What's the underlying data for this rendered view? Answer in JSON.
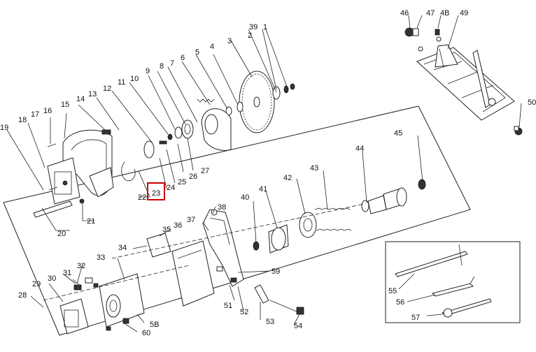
{
  "diagram": {
    "highlight_label": "23",
    "callouts": [
      {
        "id": "46",
        "label": "46"
      },
      {
        "id": "47",
        "label": "47"
      },
      {
        "id": "48",
        "label": "4B"
      },
      {
        "id": "49",
        "label": "49"
      },
      {
        "id": "39",
        "label": "39"
      },
      {
        "id": "1",
        "label": "1"
      },
      {
        "id": "2",
        "label": "2"
      },
      {
        "id": "3",
        "label": "3"
      },
      {
        "id": "4",
        "label": "4"
      },
      {
        "id": "5",
        "label": "5"
      },
      {
        "id": "6",
        "label": "6"
      },
      {
        "id": "7",
        "label": "7"
      },
      {
        "id": "8",
        "label": "8"
      },
      {
        "id": "9",
        "label": "9"
      },
      {
        "id": "10",
        "label": "10"
      },
      {
        "id": "11",
        "label": "11"
      },
      {
        "id": "12",
        "label": "12"
      },
      {
        "id": "13",
        "label": "13"
      },
      {
        "id": "14",
        "label": "14"
      },
      {
        "id": "15",
        "label": "15"
      },
      {
        "id": "16",
        "label": "16"
      },
      {
        "id": "17",
        "label": "17"
      },
      {
        "id": "18",
        "label": "18"
      },
      {
        "id": "19",
        "label": "19"
      },
      {
        "id": "20",
        "label": "20"
      },
      {
        "id": "21",
        "label": "21"
      },
      {
        "id": "22",
        "label": "22"
      },
      {
        "id": "23",
        "label": "23"
      },
      {
        "id": "24",
        "label": "24"
      },
      {
        "id": "25",
        "label": "25"
      },
      {
        "id": "26",
        "label": "26"
      },
      {
        "id": "27",
        "label": "27"
      },
      {
        "id": "28",
        "label": "28"
      },
      {
        "id": "29",
        "label": "29"
      },
      {
        "id": "30",
        "label": "30"
      },
      {
        "id": "31",
        "label": "31"
      },
      {
        "id": "32",
        "label": "32"
      },
      {
        "id": "33",
        "label": "33"
      },
      {
        "id": "34",
        "label": "34"
      },
      {
        "id": "35",
        "label": "35"
      },
      {
        "id": "36",
        "label": "36"
      },
      {
        "id": "37",
        "label": "37"
      },
      {
        "id": "38",
        "label": "38"
      },
      {
        "id": "40",
        "label": "40"
      },
      {
        "id": "41",
        "label": "41"
      },
      {
        "id": "42",
        "label": "42"
      },
      {
        "id": "43",
        "label": "43"
      },
      {
        "id": "44",
        "label": "44"
      },
      {
        "id": "45",
        "label": "45"
      },
      {
        "id": "50",
        "label": "50"
      },
      {
        "id": "51",
        "label": "51"
      },
      {
        "id": "52",
        "label": "52"
      },
      {
        "id": "53",
        "label": "53"
      },
      {
        "id": "54",
        "label": "54"
      },
      {
        "id": "55",
        "label": "55"
      },
      {
        "id": "56",
        "label": "56"
      },
      {
        "id": "57",
        "label": "57"
      },
      {
        "id": "58",
        "label": "5B"
      },
      {
        "id": "59",
        "label": "59"
      },
      {
        "id": "60",
        "label": "60"
      }
    ]
  }
}
